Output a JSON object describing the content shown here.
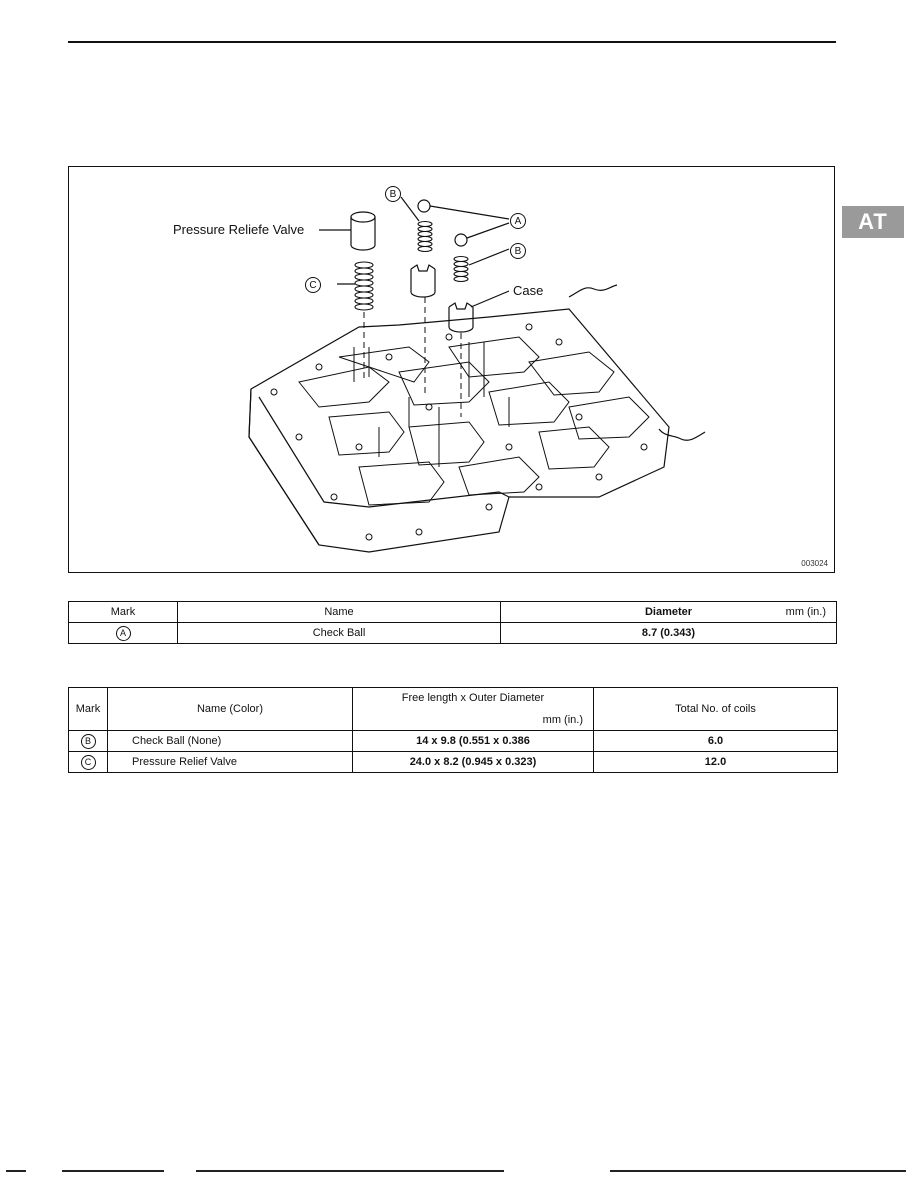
{
  "section_tab": "AT",
  "figure": {
    "labels": {
      "pressure_relief_valve": "Pressure Reliefe Valve",
      "case": "Case",
      "mark_a": "A",
      "mark_b": "B",
      "mark_c": "C"
    },
    "code": "003024"
  },
  "table1": {
    "headers": {
      "mark": "Mark",
      "name": "Name",
      "diameter": "Diameter",
      "unit": "mm (in.)"
    },
    "rows": [
      {
        "mark": "A",
        "name": "Check Ball",
        "diameter": "8.7 (0.343)"
      }
    ]
  },
  "table2": {
    "headers": {
      "mark": "Mark",
      "name": "Name (Color)",
      "free_length": "Free length x Outer Diameter",
      "unit": "mm (in.)",
      "coils": "Total No. of coils"
    },
    "rows": [
      {
        "mark": "B",
        "name": "Check Ball (None)",
        "dimensions": "14 x 9.8 (0.551 x 0.386",
        "coils": "6.0"
      },
      {
        "mark": "C",
        "name": "Pressure Relief Valve",
        "dimensions": "24.0 x 8.2 (0.945 x 0.323)",
        "coils": "12.0"
      }
    ]
  }
}
